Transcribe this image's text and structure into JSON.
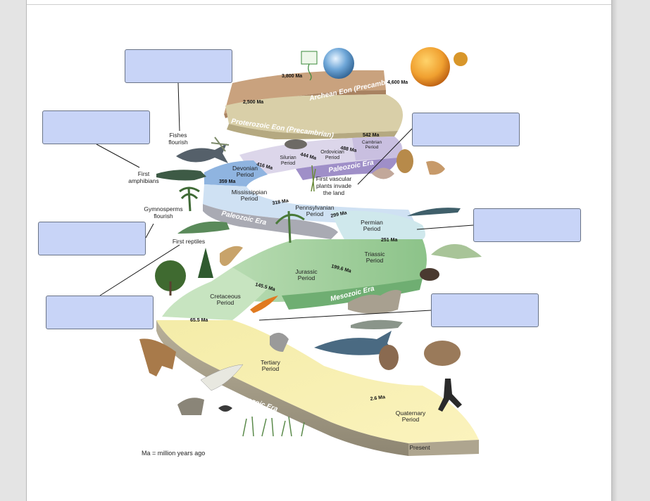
{
  "eras": {
    "archean": "Archean Eon (Precambrian)",
    "proterozoic": "Proterozoic Eon (Precambrian)",
    "paleozoic_upper": "Paleozoic Era",
    "paleozoic_lower": "Paleozoic Era",
    "mesozoic": "Mesozoic Era",
    "cenozoic": "Cenozoic Era"
  },
  "periods": {
    "cambrian_1": "Cambrian",
    "cambrian_2": "Period",
    "ordovician_1": "Ordovician",
    "ordovician_2": "Period",
    "silurian_1": "Silurian",
    "silurian_2": "Period",
    "devonian_1": "Devonian",
    "devonian_2": "Period",
    "mississippian_1": "Mississippian",
    "mississippian_2": "Period",
    "pennsylvanian_1": "Pennsylvanian",
    "pennsylvanian_2": "Period",
    "permian_1": "Permian",
    "permian_2": "Period",
    "triassic_1": "Triassic",
    "triassic_2": "Period",
    "jurassic_1": "Jurassic",
    "jurassic_2": "Period",
    "cretaceous_1": "Cretaceous",
    "cretaceous_2": "Period",
    "tertiary_1": "Tertiary",
    "tertiary_2": "Period",
    "quaternary_1": "Quaternary",
    "quaternary_2": "Period",
    "present": "Present"
  },
  "dates": {
    "d4600": "4,600 Ma",
    "d3800": "3,800 Ma",
    "d2500": "2,500 Ma",
    "d542": "542 Ma",
    "d488": "488 Ma",
    "d444": "444 Ma",
    "d416": "416 Ma",
    "d359": "359 Ma",
    "d318": "318 Ma",
    "d299": "299 Ma",
    "d251": "251 Ma",
    "d199": "199.6 Ma",
    "d145": "145.5 Ma",
    "d65": "65.5 Ma",
    "d2": "2.6 Ma"
  },
  "annotations": {
    "fishes_1": "Fishes",
    "fishes_2": "flourish",
    "amphibians_1": "First",
    "amphibians_2": "amphibians",
    "gymno_1": "Gymnosperms",
    "gymno_2": "flourish",
    "reptiles": "First reptiles",
    "vascular_1": "First vascular",
    "vascular_2": "plants invade",
    "vascular_3": "the land"
  },
  "legend": "Ma = million years ago",
  "colors": {
    "archean": "#c9a27e",
    "proterozoic": "#d9cfa8",
    "paleozoic_light": "#dcd6ea",
    "devonian": "#8fb4e0",
    "mississippian": "#cfe1f3",
    "permian": "#cfe8ec",
    "mesozoic": "#9ccd9a",
    "cenozoic": "#f6efb6",
    "drop_box": "#c8d4f7"
  }
}
